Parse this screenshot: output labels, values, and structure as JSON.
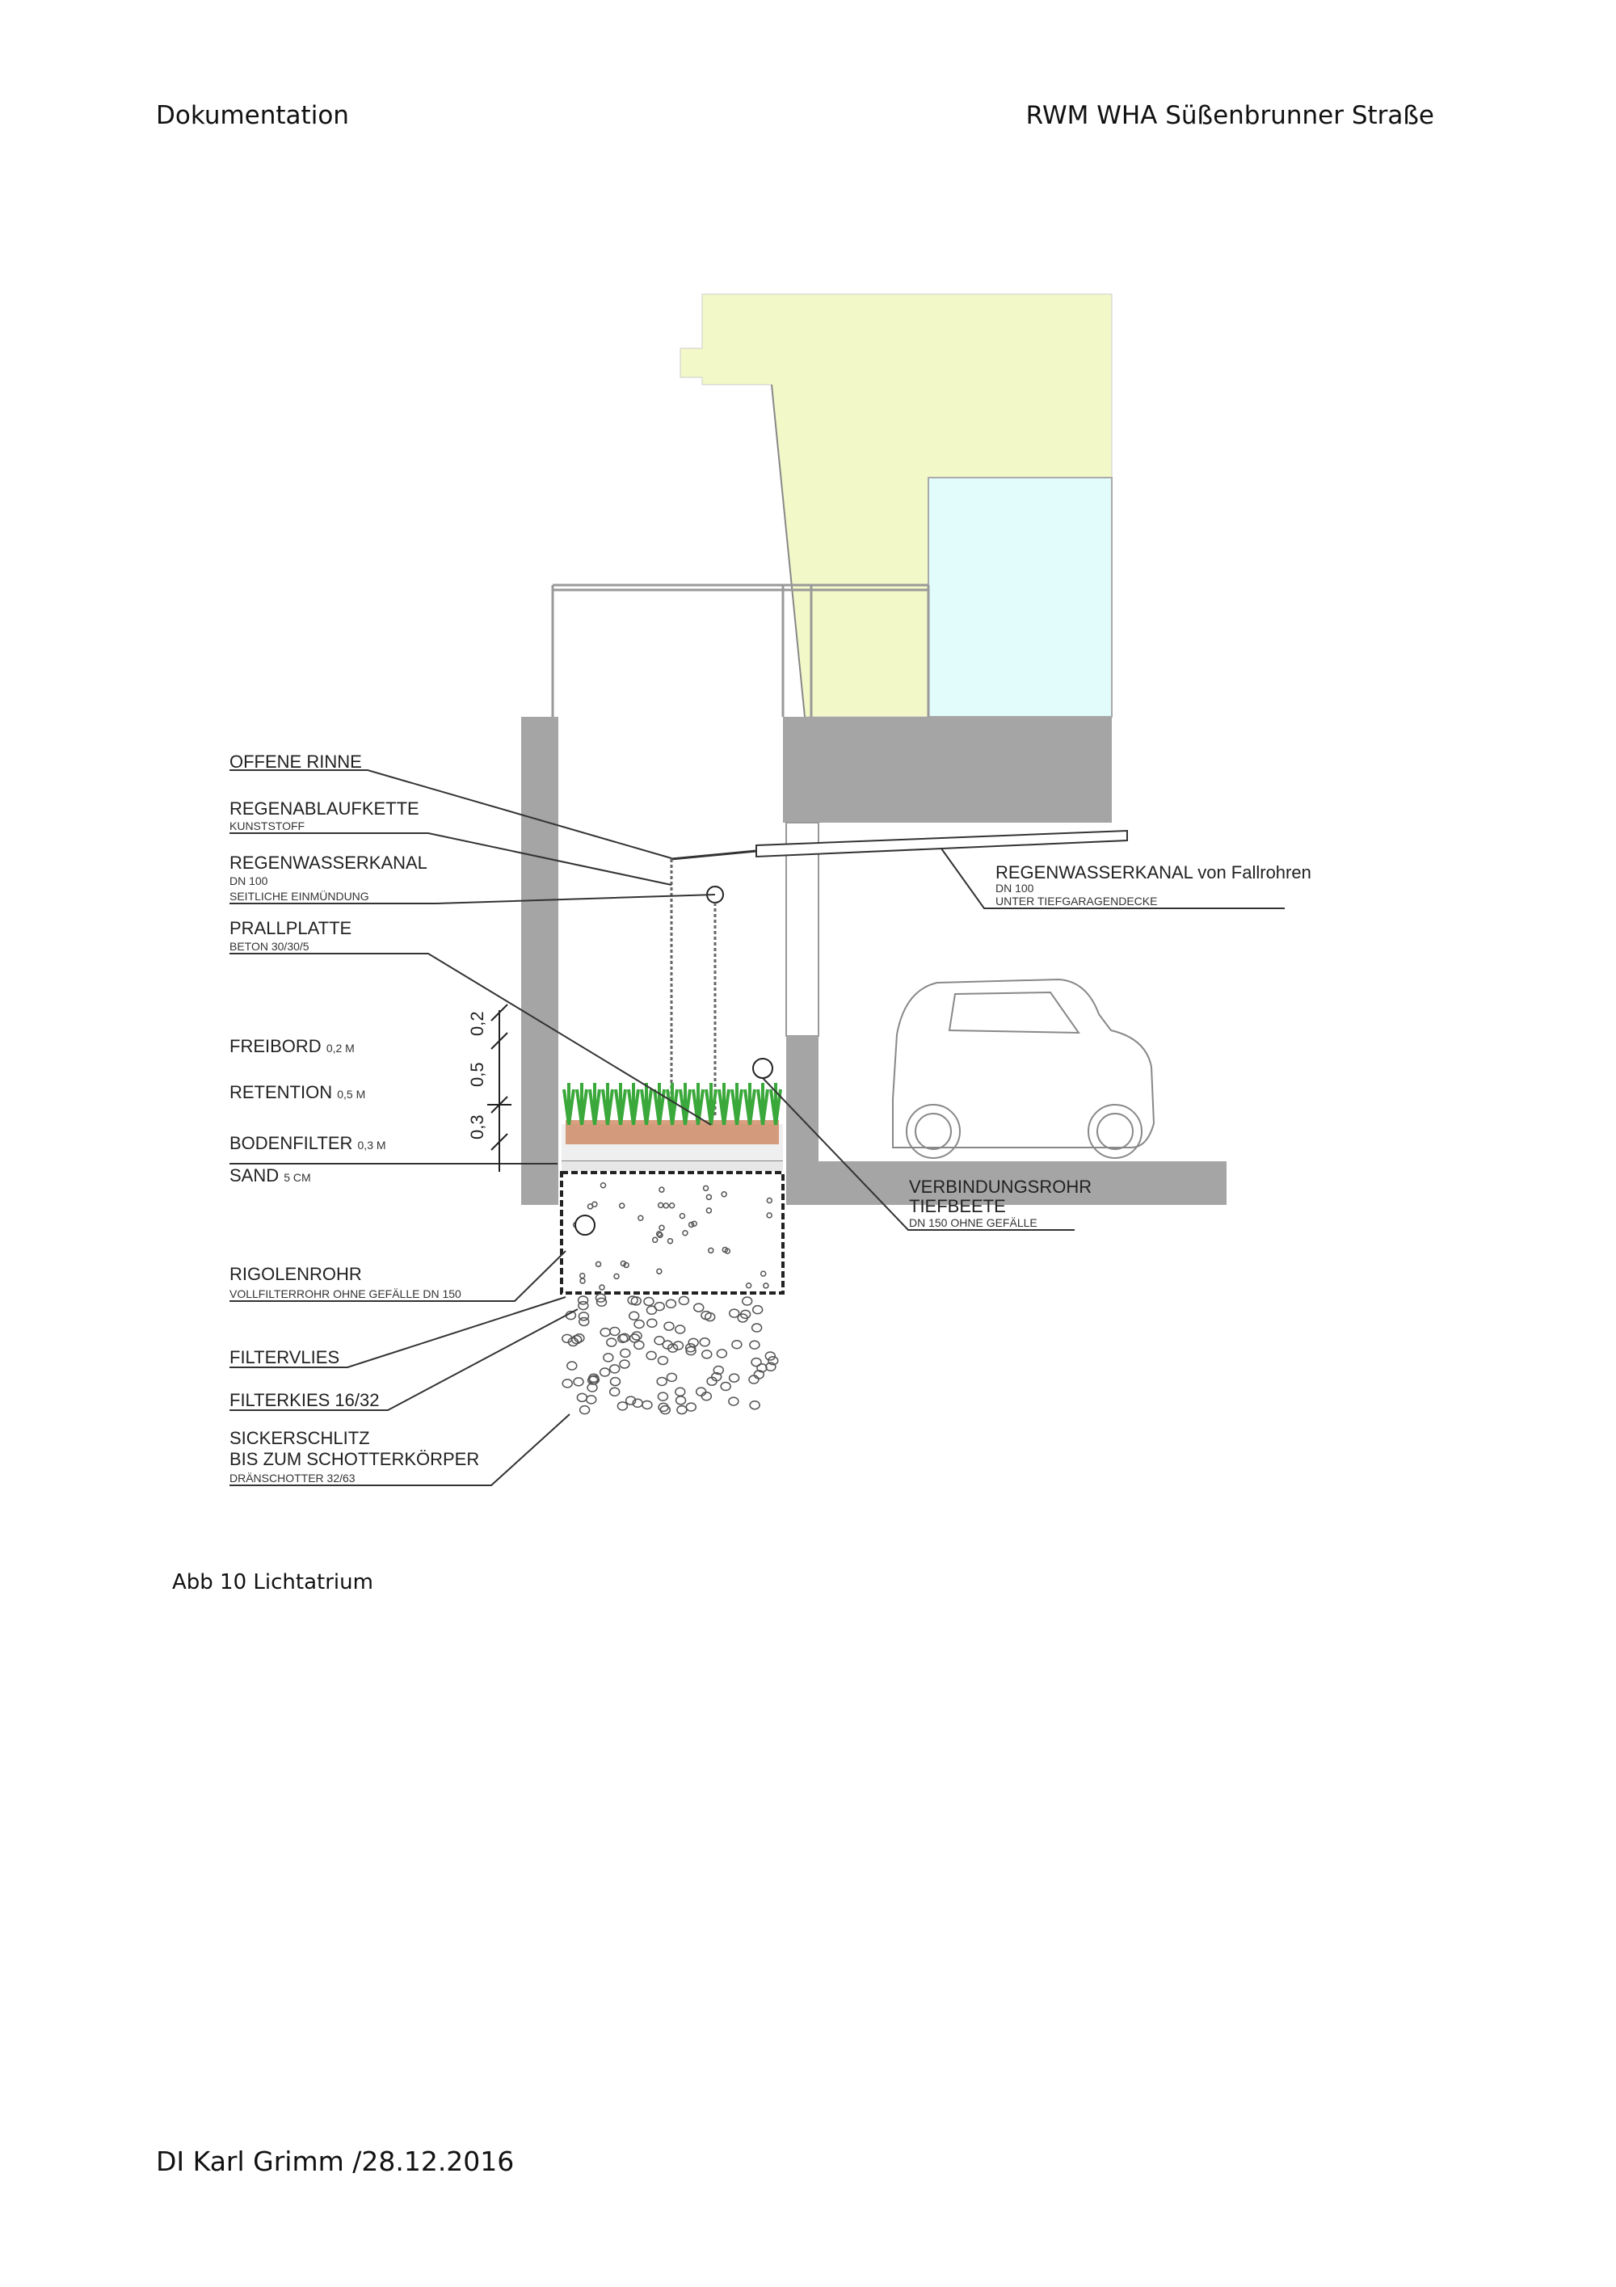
{
  "header": {
    "left": "Dokumentation",
    "right": "RWM WHA Süßenbrunner Straße"
  },
  "caption": "Abb 10 Lichtatrium",
  "footer": "DI Karl Grimm /28.12.2016",
  "labels": {
    "offene_rinne": "OFFENE RINNE",
    "regenablaufkette": "REGENABLAUFKETTE",
    "regenablaufkette_sub": "KUNSTSTOFF",
    "regenwasserkanal": "REGENWASSERKANAL",
    "regenwasserkanal_sub1": "DN 100",
    "regenwasserkanal_sub2": "SEITLICHE EINMÜNDUNG",
    "prallplatte": "PRALLPLATTE",
    "prallplatte_sub": "BETON 30/30/5",
    "freibord": "FREIBORD",
    "freibord_val": "0,2 M",
    "retention": "RETENTION",
    "retention_val": "0,5 M",
    "bodenfilter": "BODENFILTER",
    "bodenfilter_val": "0,3 M",
    "sand": "SAND",
    "sand_val": "5 CM",
    "rigolenrohr": "RIGOLENROHR",
    "rigolenrohr_sub": "VOLLFILTERROHR OHNE GEFÄLLE DN 150",
    "filtervlies": "FILTERVLIES",
    "filterkies": "FILTERKIES 16/32",
    "sickerschlitz1": "SICKERSCHLITZ",
    "sickerschlitz2": "BIS ZUM SCHOTTERKÖRPER",
    "sickerschlitz_sub": "DRÄNSCHOTTER 32/63",
    "kanal_fallrohre": "REGENWASSERKANAL von Fallrohren",
    "kanal_fallrohre_sub1": "DN 100",
    "kanal_fallrohre_sub2": "UNTER TIEFGARAGENDECKE",
    "verbindungsrohr1": "VERBINDUNGSROHR",
    "verbindungsrohr2": "TIEFBEETE",
    "verbindungsrohr_sub": "DN 150 OHNE GEFÄLLE"
  },
  "dimensions": {
    "d1": "0,2",
    "d2": "0,5",
    "d3": "0,3"
  },
  "colors": {
    "building": "#f3f8c8",
    "glass": "#e2fbfb",
    "concrete": "#a5a5a5",
    "plants": "#3aa83a",
    "roots": "#c8784a"
  }
}
